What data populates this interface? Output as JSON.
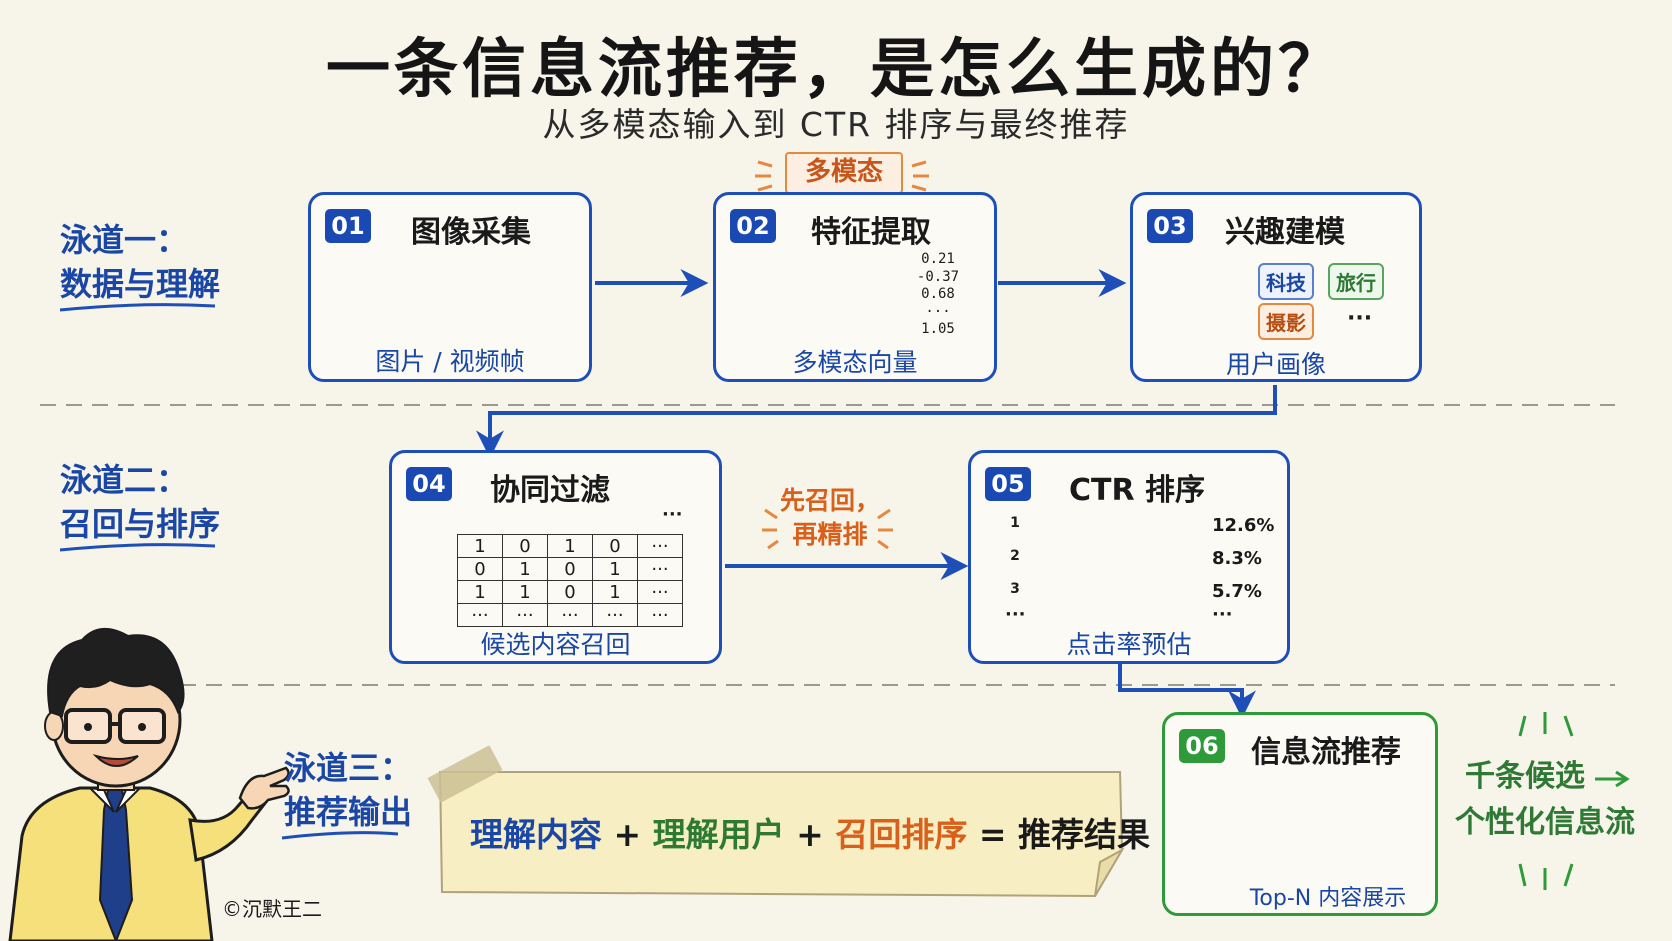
{
  "title": "一条信息流推荐，是怎么生成的？",
  "subtitle": "从多模态输入到 CTR 排序与最终推荐",
  "lanes": [
    {
      "line1": "泳道一：",
      "line2": "数据与理解"
    },
    {
      "line1": "泳道二：",
      "line2": "召回与排序"
    },
    {
      "line1": "泳道三：",
      "line2": "推荐输出"
    }
  ],
  "multimodal_tag": "多模态",
  "cards": {
    "c1": {
      "num": "01",
      "title": "图像采集",
      "footer": "图片 / 视频帧"
    },
    "c2": {
      "num": "02",
      "title": "特征提取",
      "footer": "多模态向量",
      "vector": [
        "0.21",
        "-0.37",
        "0.68",
        "···",
        "1.05"
      ]
    },
    "c3": {
      "num": "03",
      "title": "兴趣建模",
      "footer": "用户画像",
      "tags": [
        "科技",
        "旅行",
        "摄影",
        "···"
      ]
    },
    "c4": {
      "num": "04",
      "title": "协同过滤",
      "footer": "候选内容召回",
      "matrix": [
        [
          "1",
          "0",
          "1",
          "0",
          "···"
        ],
        [
          "0",
          "1",
          "0",
          "1",
          "···"
        ],
        [
          "1",
          "1",
          "0",
          "1",
          "···"
        ],
        [
          "···",
          "···",
          "···",
          "···",
          "···"
        ]
      ],
      "header_more": "···"
    },
    "c5": {
      "num": "05",
      "title": "CTR 排序",
      "footer": "点击率预估",
      "ranks": [
        "1",
        "2",
        "3"
      ],
      "pcts": [
        "12.6%",
        "8.3%",
        "5.7%"
      ],
      "more": "···"
    },
    "c6": {
      "num": "06",
      "title": "信息流推荐",
      "footer": "Top-N 内容展示"
    }
  },
  "recall_note": {
    "line1": "先召回，",
    "line2": "再精排"
  },
  "formula": {
    "a": "理解内容",
    "plus1": "+",
    "b": "理解用户",
    "plus2": "+",
    "c": "召回排序",
    "eq": "=",
    "d": "推荐结果"
  },
  "side_note": {
    "line1": "千条候选",
    "arrow": "→",
    "line2": "个性化信息流"
  },
  "copyright": "©沉默王二",
  "colors": {
    "blue": "#1e4fb8",
    "green": "#2f9a39",
    "orange": "#d9601a",
    "paper": "#f7f4ea"
  }
}
